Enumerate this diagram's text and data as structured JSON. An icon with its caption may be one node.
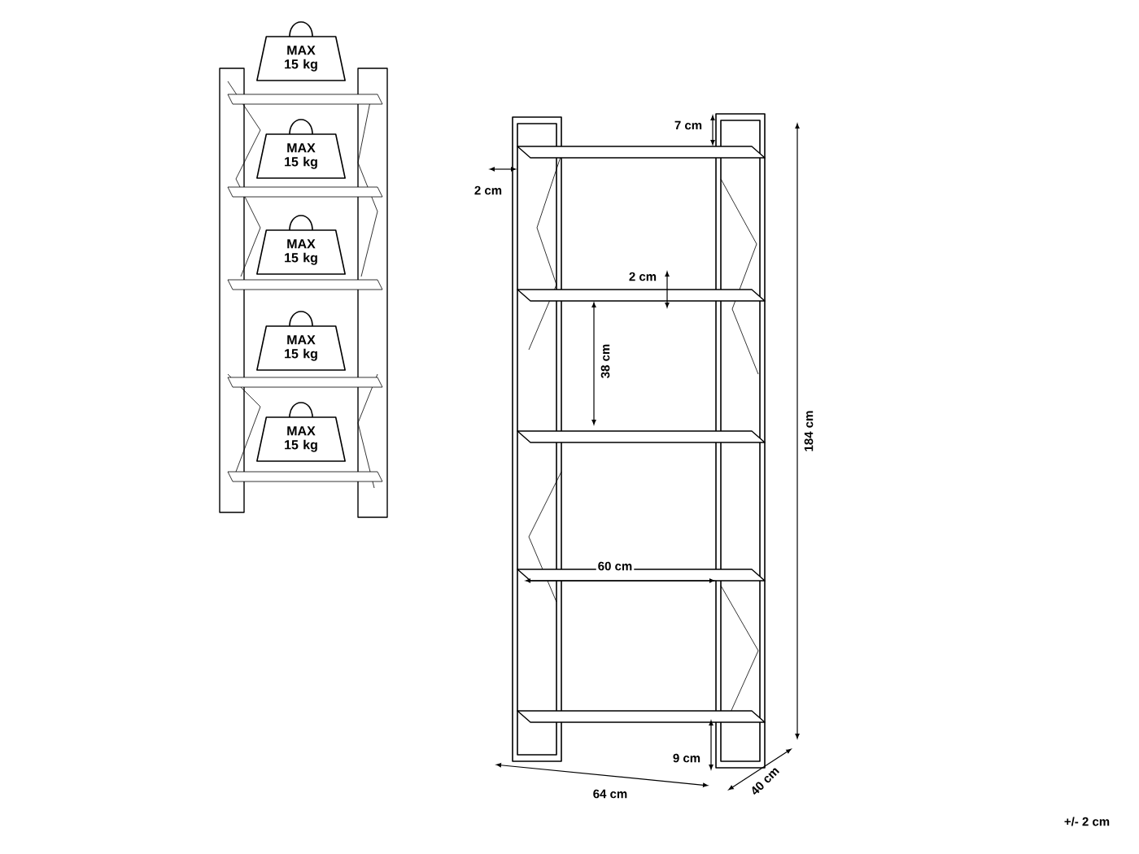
{
  "diagram": {
    "nodes": [
      {
        "text": [
          "MAX 15 kg"
        ]
      },
      {
        "text": [
          "MAX 15 kg"
        ]
      },
      {
        "text": [
          "MAX 15 kg"
        ]
      },
      {
        "text": [
          "MAX 15 kg"
        ]
      },
      {
        "text": [
          "MAX 15 kg"
        ]
      }
    ],
    "labels": [
      "7 cm",
      "2 cm",
      "2 cm",
      "38 cm",
      "184 cm",
      "60 cm",
      "9 cm",
      "64 cm",
      "40 cm",
      "+/- 2 cm"
    ]
  }
}
